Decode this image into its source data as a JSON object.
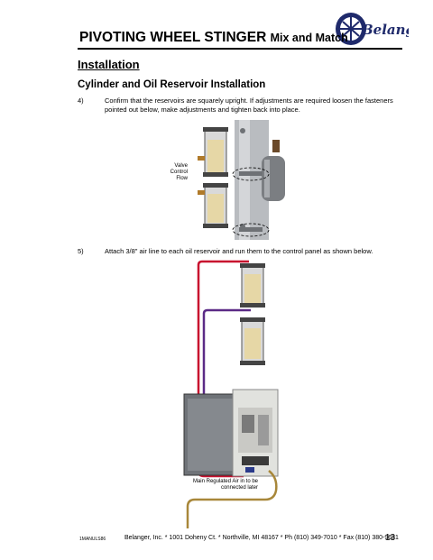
{
  "header": {
    "logo_text": "Belanger",
    "title_main": "PIVOTING WHEEL STINGER",
    "title_sub": "Mix and Match"
  },
  "section_title": "Installation",
  "subsection_title": "Cylinder and Oil Reservoir Installation",
  "steps": [
    {
      "number": "4)",
      "text": "Confirm that the reservoirs are squarely upright. If adjustments are required loosen the fasteners pointed out below, make adjustments and tighten back into place."
    },
    {
      "number": "5)",
      "text": "Attach 3/8\" air line to each oil reservoir and run them to the control panel as shown below."
    }
  ],
  "figure1": {
    "label_line1": "Valve",
    "label_line2": "Control",
    "label_line3": "Flow"
  },
  "figure2": {
    "label_line1": "Main Regulated Air in to be",
    "label_line2": "connected later"
  },
  "footer": {
    "doc_code": "1MANULS86",
    "company_line": "Belanger, Inc. * 1001 Doheny Ct. * Northville, MI 48167 * Ph (810) 349-7010 * Fax (810) 380-9681",
    "page_number": "13"
  },
  "colors": {
    "red_line": "#c8102e",
    "purple_line": "#5b2a86",
    "tan_line": "#a8873a",
    "logo_blue": "#1f2a6b"
  }
}
